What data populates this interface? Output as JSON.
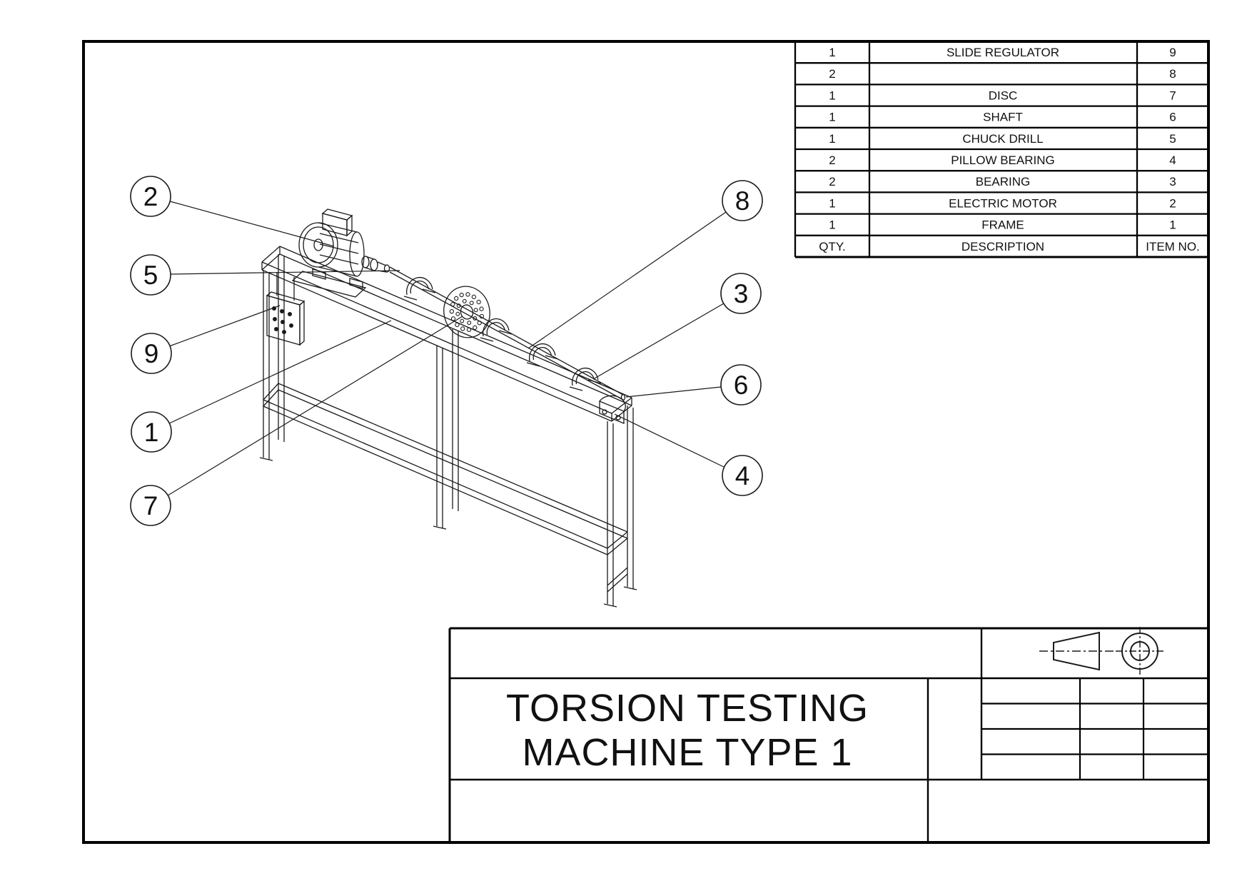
{
  "drawing": {
    "title_line1": "TORSION TESTING",
    "title_line2": "MACHINE TYPE 1"
  },
  "bom": {
    "headers": {
      "qty": "QTY.",
      "description": "DESCRIPTION",
      "item_no": "ITEM NO."
    },
    "rows": [
      {
        "qty": "1",
        "description": "SLIDE REGULATOR",
        "item_no": "9"
      },
      {
        "qty": "2",
        "description": "",
        "item_no": "8"
      },
      {
        "qty": "1",
        "description": "DISC",
        "item_no": "7"
      },
      {
        "qty": "1",
        "description": "SHAFT",
        "item_no": "6"
      },
      {
        "qty": "1",
        "description": "CHUCK DRILL",
        "item_no": "5"
      },
      {
        "qty": "2",
        "description": "PILLOW BEARING",
        "item_no": "4"
      },
      {
        "qty": "2",
        "description": "BEARING",
        "item_no": "3"
      },
      {
        "qty": "1",
        "description": "ELECTRIC MOTOR",
        "item_no": "2"
      },
      {
        "qty": "1",
        "description": "FRAME",
        "item_no": "1"
      }
    ]
  },
  "balloons": {
    "left": [
      "2",
      "5",
      "9",
      "1",
      "7"
    ],
    "right": [
      "8",
      "3",
      "6",
      "4"
    ]
  },
  "symbols": {
    "projection": "third-angle-projection"
  },
  "colors": {
    "line": "#1a1a1a",
    "background": "#ffffff"
  }
}
